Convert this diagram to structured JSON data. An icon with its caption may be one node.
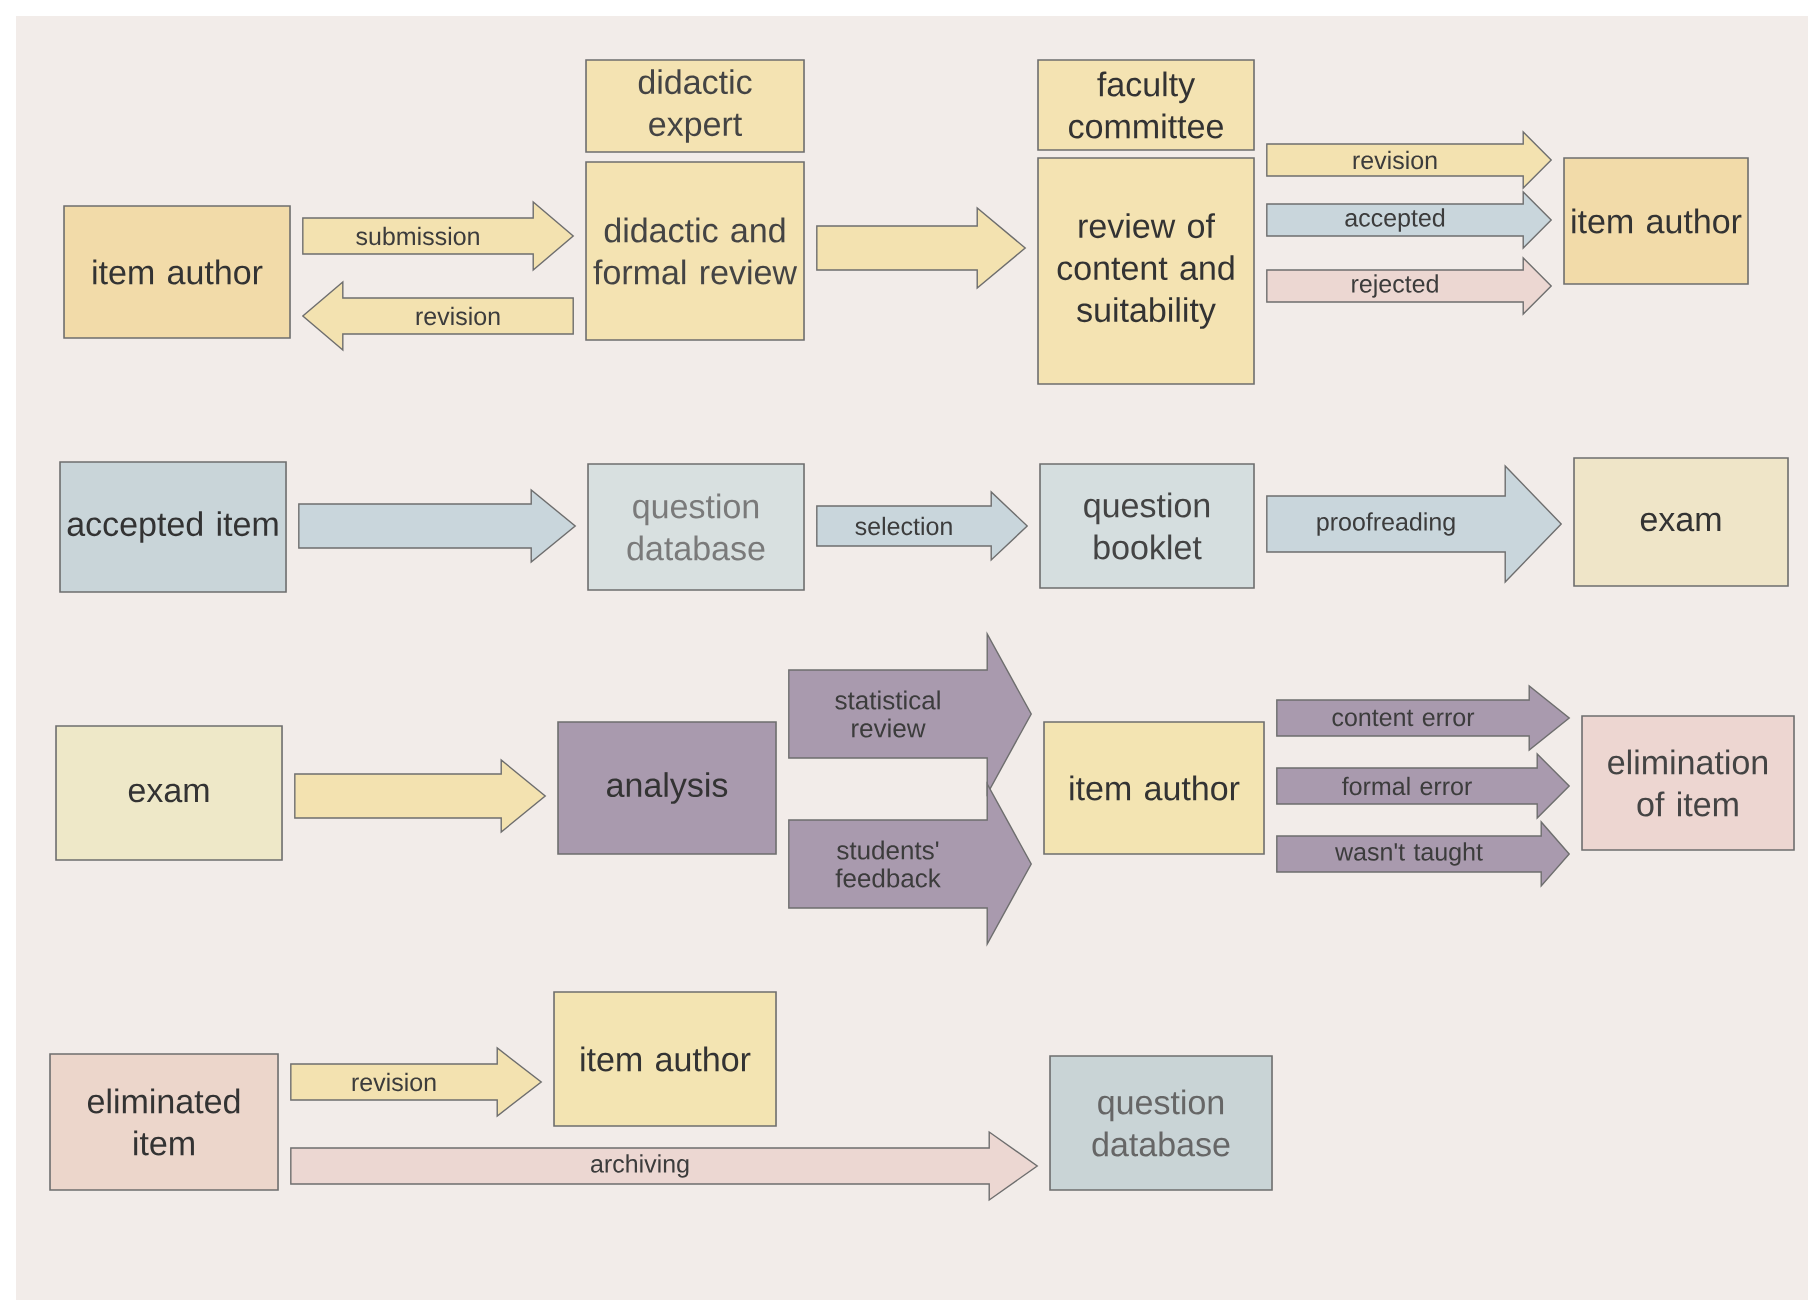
{
  "diagram": {
    "nodes": [
      {
        "text": [
          "item author"
        ]
      },
      {
        "text": [
          "didactic expert"
        ]
      },
      {
        "text": [
          "didactic and formal review"
        ]
      },
      {
        "text": [
          "faculty committee"
        ]
      },
      {
        "text": [
          "review of content and suitability"
        ]
      },
      {
        "text": [
          "item author"
        ]
      },
      {
        "text": [
          "accepted item"
        ]
      },
      {
        "text": [
          "question database"
        ]
      },
      {
        "text": [
          "question booklet"
        ]
      },
      {
        "text": [
          "exam"
        ]
      },
      {
        "text": [
          "exam"
        ]
      },
      {
        "text": [
          "analysis"
        ]
      },
      {
        "text": [
          "item author"
        ]
      },
      {
        "text": [
          "elimination of item"
        ]
      },
      {
        "text": [
          "eliminated item"
        ]
      },
      {
        "text": [
          "item author"
        ]
      },
      {
        "text": [
          "question database"
        ]
      }
    ],
    "edges": [
      {
        "from": 0,
        "to": 2,
        "arrow": "to",
        "label": "submission"
      },
      {
        "from": 2,
        "to": 0,
        "arrow": "to",
        "label": "revision"
      },
      {
        "from": 2,
        "to": 4,
        "arrow": "to"
      },
      {
        "from": 4,
        "to": 5,
        "arrow": "to",
        "label": "revision"
      },
      {
        "from": 4,
        "to": 5,
        "arrow": "to",
        "label": "accepted",
        "color": "#c9d6dc"
      },
      {
        "from": 4,
        "to": 5,
        "arrow": "to",
        "label": "rejected",
        "color": "#ecd7d2"
      },
      {
        "from": 6,
        "to": 7,
        "arrow": "to",
        "color": "#c9d6dc"
      },
      {
        "from": 7,
        "to": 8,
        "arrow": "to",
        "label": "selection",
        "color": "#c9d6dc"
      },
      {
        "from": 8,
        "to": 9,
        "arrow": "to",
        "label": "proofreading",
        "color": "#c9d6dc"
      },
      {
        "from": 10,
        "to": 11,
        "arrow": "to"
      },
      {
        "from": 11,
        "to": 12,
        "arrow": "to",
        "label": "statistical review",
        "color": "#a99aae"
      },
      {
        "from": 11,
        "to": 12,
        "arrow": "to",
        "label": "students' feedback",
        "color": "#a99aae"
      },
      {
        "from": 12,
        "to": 13,
        "arrow": "to",
        "label": "content error",
        "color": "#a99aae"
      },
      {
        "from": 12,
        "to": 13,
        "arrow": "to",
        "label": "formal error",
        "color": "#a99aae"
      },
      {
        "from": 12,
        "to": 13,
        "arrow": "to",
        "label": "wasn't taught",
        "color": "#a99aae"
      },
      {
        "from": 14,
        "to": 15,
        "arrow": "to",
        "label": "revision"
      },
      {
        "from": 14,
        "to": 16,
        "arrow": "to",
        "label": "archiving",
        "color": "#ecd7d2"
      }
    ]
  }
}
